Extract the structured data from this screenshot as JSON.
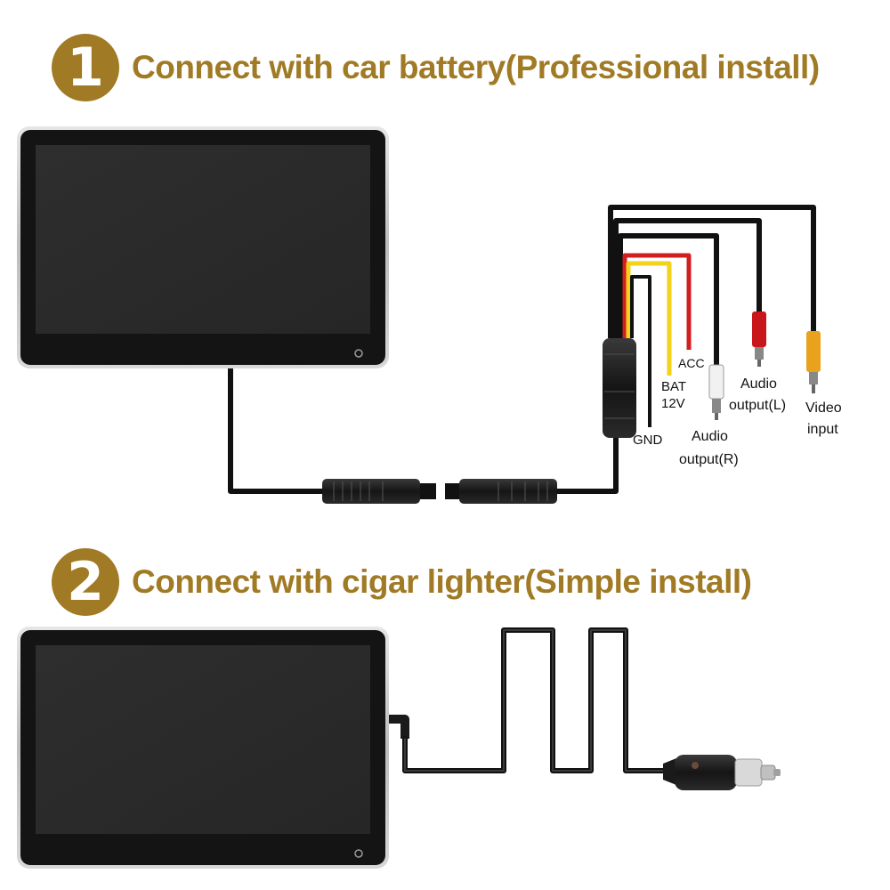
{
  "colors": {
    "gold": "#a07a24",
    "bezel_silver": "#c9c9c9",
    "screen": "#2b2b2b",
    "wire_black": "#111111",
    "wire_red": "#d21e1e",
    "wire_yellow": "#f2d21a",
    "rca_red": "#c8161b",
    "rca_yellow": "#e8a21c",
    "rca_white": "#f1f1f1"
  },
  "steps": [
    {
      "number": "1",
      "title": "Connect with car battery(Professional install)",
      "wire_labels": {
        "acc": "ACC",
        "bat_line1": "BAT",
        "bat_line2": "12V",
        "gnd": "GND",
        "audio_r_line1": "Audio",
        "audio_r_line2": "output(R)",
        "audio_l_line1": "Audio",
        "audio_l_line2": "output(L)",
        "video_line1": "Video",
        "video_line2": "input"
      }
    },
    {
      "number": "2",
      "title": "Connect with cigar lighter(Simple install)"
    }
  ]
}
